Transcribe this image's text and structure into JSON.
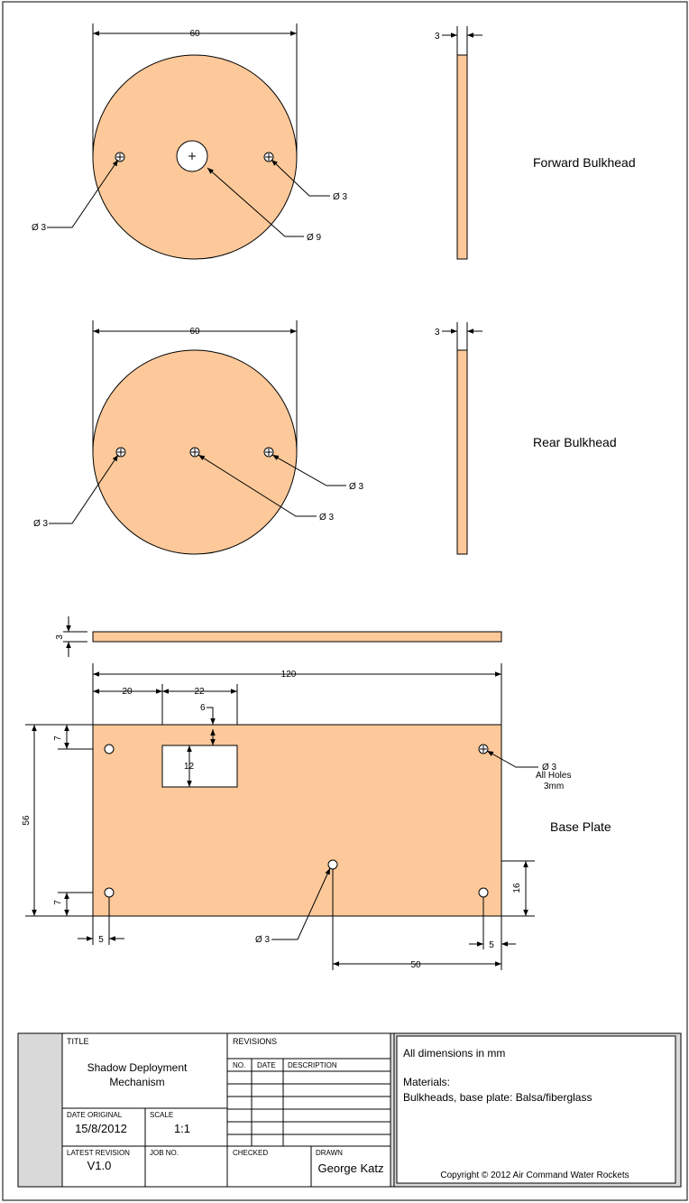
{
  "colors": {
    "part_fill": "#fdc99a",
    "titleblock_gray": "#d9d9d9",
    "line": "#000000"
  },
  "parts": {
    "forward": {
      "label": "Forward Bulkhead",
      "diameter_dim": "60",
      "thickness_dim": "3",
      "left_hole_dim": "Ø 3",
      "right_hole_dim": "Ø 3",
      "center_hole_dim": "Ø 9"
    },
    "rear": {
      "label": "Rear Bulkhead",
      "diameter_dim": "60",
      "thickness_dim": "3",
      "left_hole_dim": "Ø 3",
      "right_hole_dim": "Ø 3",
      "center_hole_dim": "Ø 3"
    },
    "base": {
      "label": "Base Plate",
      "thickness_dim": "3",
      "length_dim": "120",
      "offset_dim": "20",
      "slot_width_dim": "22",
      "slot_top_dim": "6",
      "slot_height_dim": "12",
      "height_dim": "56",
      "top_hole_dim": "7",
      "bottom_hole_dim": "7",
      "left_hole_dim": "5",
      "right_hole_dim": "5",
      "right_vert_dim": "16",
      "center_offset_dim": "50",
      "hole_note": "Ø 3",
      "hole_note2": "All Holes",
      "hole_note3": "3mm",
      "bottom_hole_callout": "Ø 3"
    }
  },
  "titleblock": {
    "title_label": "TITLE",
    "title_line1": "Shadow Deployment",
    "title_line2": "Mechanism",
    "revisions_label": "REVISIONS",
    "rev_no": "NO.",
    "rev_date": "DATE",
    "rev_desc": "DESCRIPTION",
    "date_original_label": "DATE ORIGINAL",
    "date_original": "15/8/2012",
    "scale_label": "SCALE",
    "scale": "1:1",
    "latest_revision_label": "LATEST REVISION",
    "latest_revision": "V1.0",
    "job_no_label": "JOB NO.",
    "checked_label": "CHECKED",
    "drawn_label": "DRAWN",
    "drawn": "George Katz",
    "note1": "All dimensions in mm",
    "note2": "Materials:",
    "note3": "Bulkheads, base plate: Balsa/fiberglass",
    "copyright": "Copyright © 2012 Air Command Water Rockets"
  }
}
